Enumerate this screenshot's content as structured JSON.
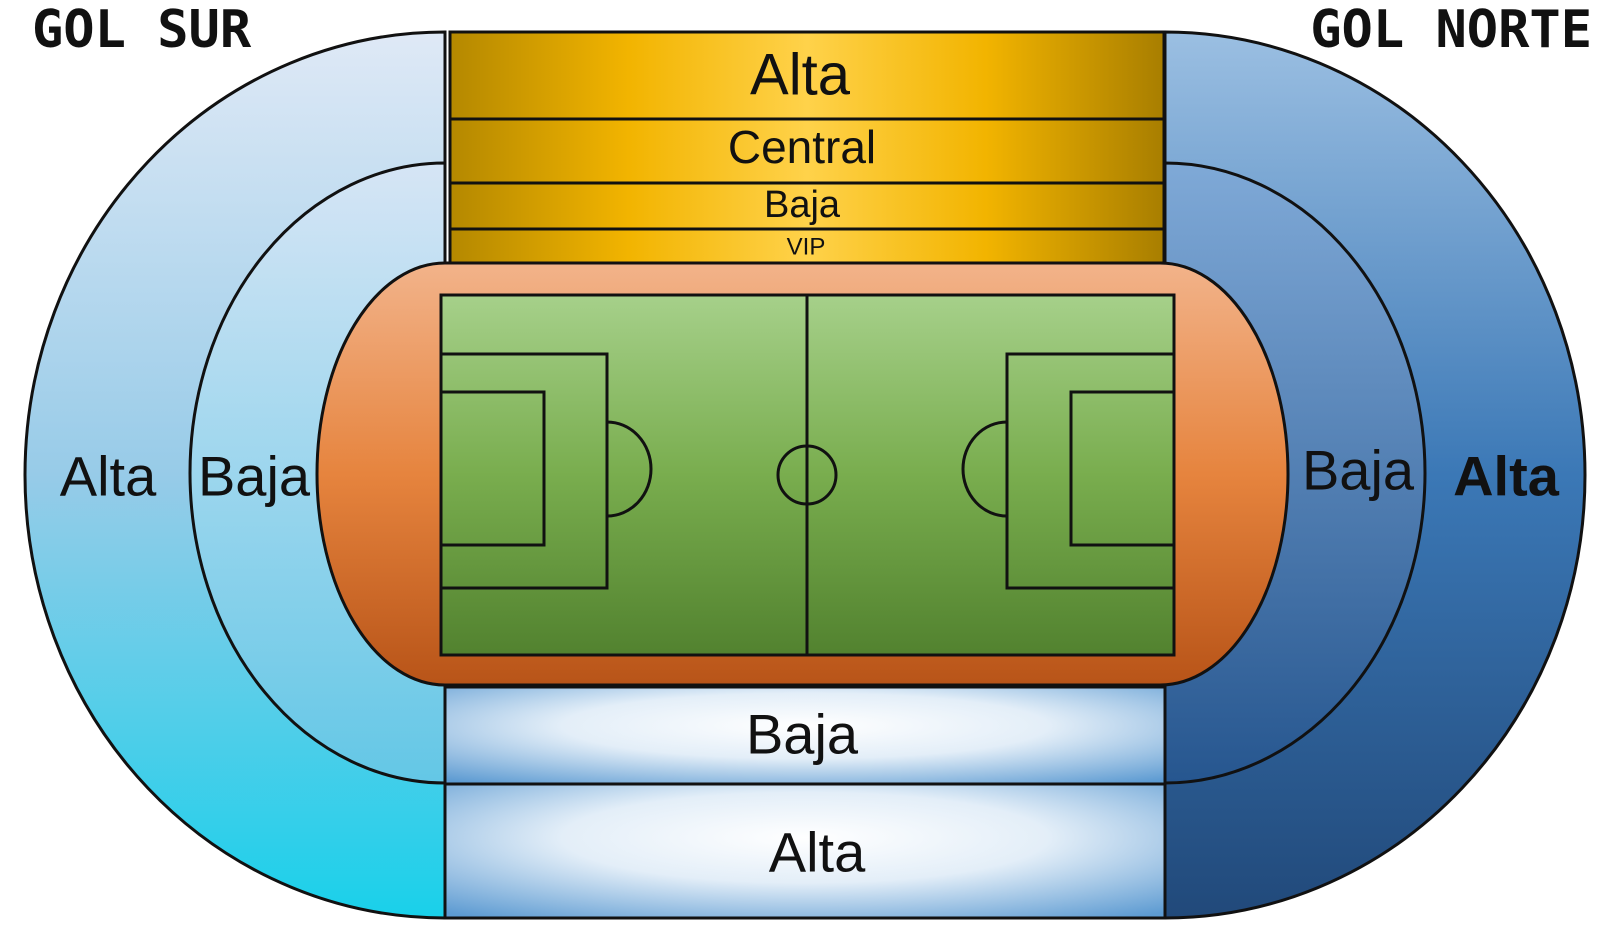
{
  "goals": {
    "south": "GOL SUR",
    "north": "GOL NORTE"
  },
  "tribuna_top": {
    "alta": "Alta",
    "central": "Central",
    "baja": "Baja",
    "vip": "VIP"
  },
  "tribuna_bottom": {
    "baja": "Baja",
    "alta": "Alta"
  },
  "south_stand": {
    "alta": "Alta",
    "baja": "Baja"
  },
  "north_stand": {
    "baja": "Baja",
    "alta": "Alta"
  },
  "colors": {
    "gold": "#f5b800",
    "south_blue": "#9fd3ef",
    "north_blue": "#2f6aa8",
    "track_orange": "#e07a38",
    "pitch_green": "#7cae52"
  }
}
